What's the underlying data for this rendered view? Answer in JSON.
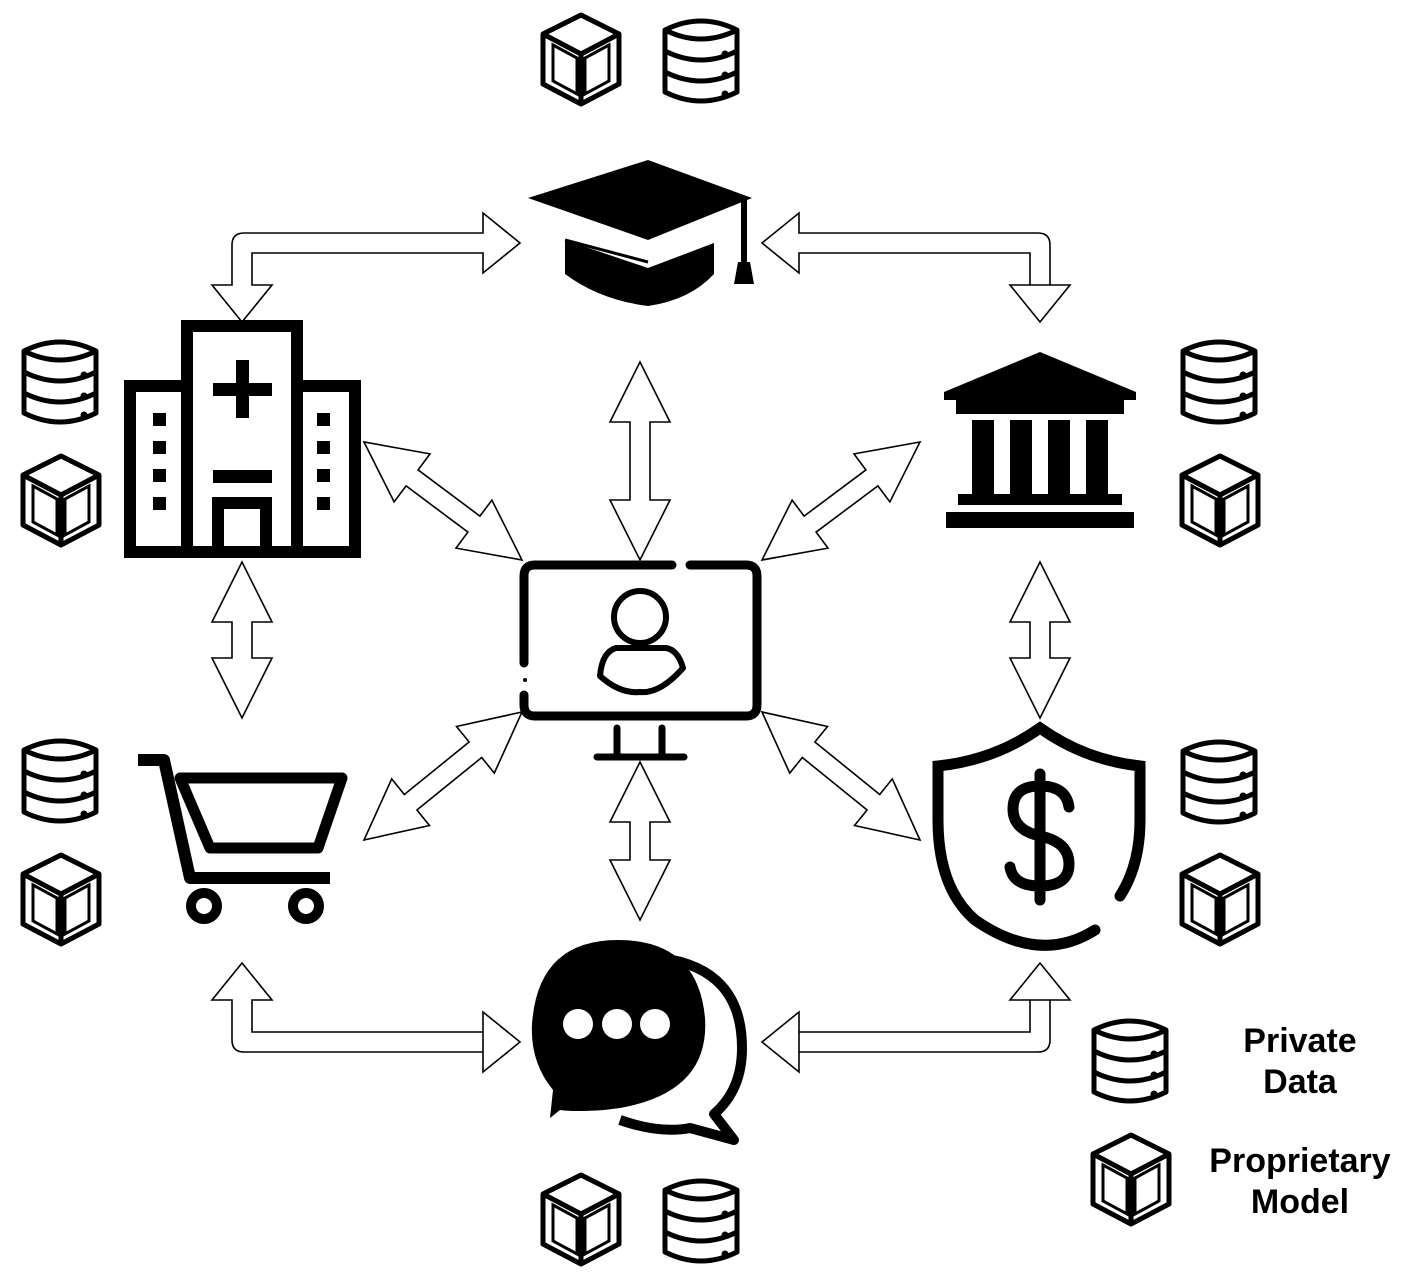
{
  "legend": {
    "private_data_line1": "Private",
    "private_data_line2": "Data",
    "model_line1": "Proprietary",
    "model_line2": "Model"
  },
  "nodes": [
    {
      "id": "university",
      "icon": "graduation-cap-icon",
      "assets": [
        "cube-icon",
        "database-icon"
      ]
    },
    {
      "id": "hospital",
      "icon": "hospital-icon",
      "assets": [
        "database-icon",
        "cube-icon"
      ]
    },
    {
      "id": "bank",
      "icon": "bank-icon",
      "assets": [
        "database-icon",
        "cube-icon"
      ]
    },
    {
      "id": "retail",
      "icon": "shopping-cart-icon",
      "assets": [
        "database-icon",
        "cube-icon"
      ]
    },
    {
      "id": "insurance",
      "icon": "shield-dollar-icon",
      "assets": [
        "database-icon",
        "cube-icon"
      ]
    },
    {
      "id": "messaging",
      "icon": "chat-bubbles-icon",
      "assets": [
        "cube-icon",
        "database-icon"
      ]
    },
    {
      "id": "central-user",
      "icon": "monitor-user-icon",
      "assets": []
    }
  ],
  "colors": {
    "stroke": "#000000",
    "fill": "#ffffff"
  }
}
